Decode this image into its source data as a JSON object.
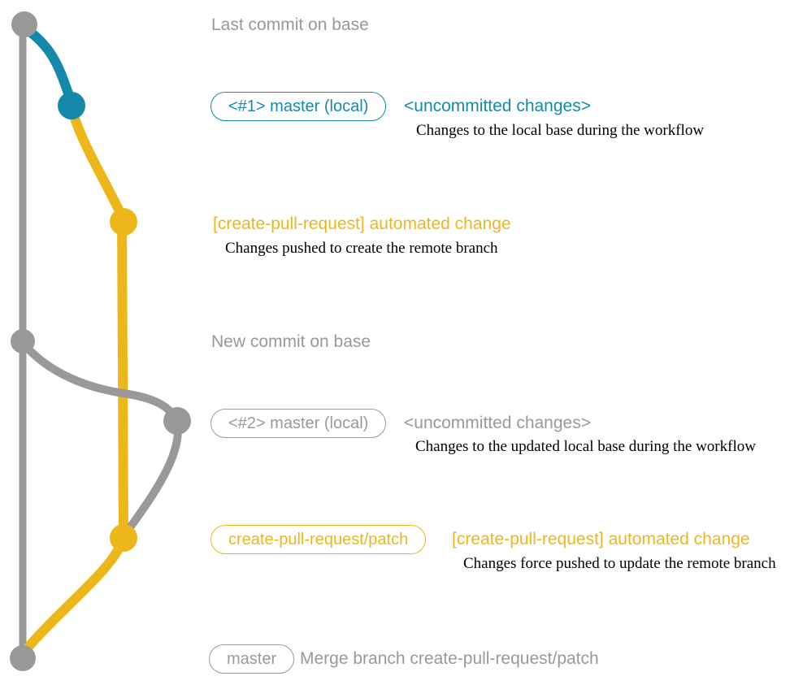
{
  "colors": {
    "blue": "#1589ac",
    "yellow": "#edb71c",
    "gray": "#999999",
    "ink": "#000000",
    "bg": "#ffffff"
  },
  "graph": {
    "branches": [
      {
        "name": "base",
        "color_key": "gray"
      },
      {
        "name": "uncommitted-changes",
        "color_key": "blue"
      },
      {
        "name": "create-pull-request/patch",
        "color_key": "yellow"
      }
    ],
    "commits": [
      {
        "name": "last-commit-on-base",
        "color_key": "gray"
      },
      {
        "name": "uncommitted-changes-1",
        "color_key": "blue"
      },
      {
        "name": "automated-change-1",
        "color_key": "yellow"
      },
      {
        "name": "new-commit-on-base",
        "color_key": "gray"
      },
      {
        "name": "uncommitted-changes-2",
        "color_key": "gray"
      },
      {
        "name": "automated-change-2",
        "color_key": "yellow"
      },
      {
        "name": "merge-commit",
        "color_key": "gray"
      }
    ]
  },
  "annotations": {
    "last_commit": {
      "label": "Last commit on base"
    },
    "row_uncommitted_1": {
      "badge": "<#1> master (local)",
      "heading": "<uncommitted changes>",
      "description": "Changes to the local base during the workflow"
    },
    "row_automated_1": {
      "heading": "[create-pull-request] automated change",
      "description": "Changes pushed to create the remote branch"
    },
    "new_commit": {
      "label": "New commit on base"
    },
    "row_uncommitted_2": {
      "badge": "<#2> master (local)",
      "heading": "<uncommitted changes>",
      "description": "Changes to the updated local base during the workflow"
    },
    "row_automated_2": {
      "badge": "create-pull-request/patch",
      "heading": "[create-pull-request] automated change",
      "description": "Changes force pushed to update the remote branch"
    },
    "row_merge": {
      "badge": "master",
      "heading": "Merge branch create-pull-request/patch"
    }
  }
}
